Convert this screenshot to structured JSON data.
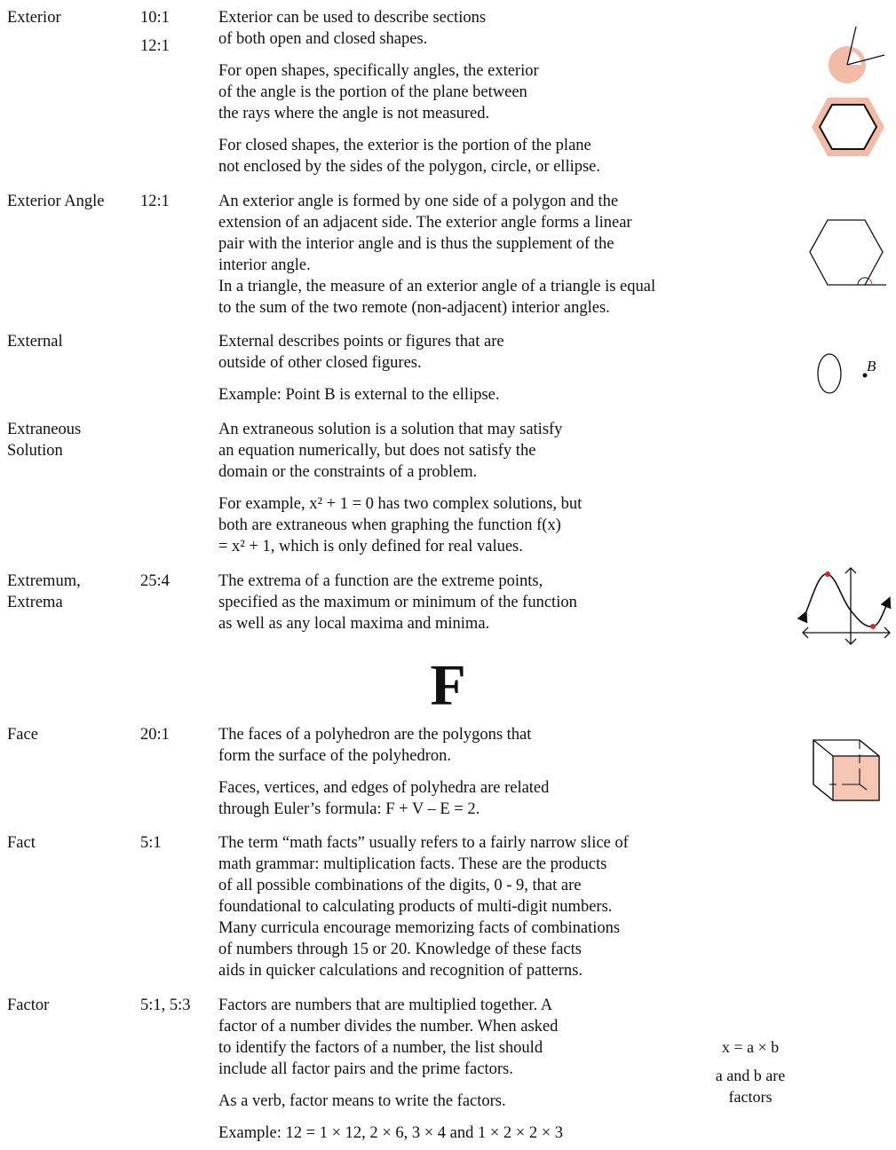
{
  "entries": [
    {
      "term": [
        "Exterior"
      ],
      "refs": [
        "10:1",
        "12:1"
      ],
      "paragraphs": [
        [
          "Exterior can be used to describe sections",
          "of both open and closed shapes."
        ],
        [
          "For open shapes, specifically angles, the exterior",
          "of the angle is the portion of the plane between",
          "the rays where the angle is not measured."
        ],
        [
          "For closed shapes, the exterior is the portion of the plane",
          "not enclosed by the sides of the polygon, circle, or ellipse."
        ]
      ]
    },
    {
      "term": [
        "Exterior Angle"
      ],
      "refs": [
        "12:1"
      ],
      "paragraphs": [
        [
          "An exterior angle is formed by one side of a polygon and the",
          "extension of an adjacent side. The exterior angle forms a linear",
          "pair with the interior angle and is thus the supplement of the",
          "interior angle.",
          "In a triangle, the measure of an exterior angle of a triangle is equal",
          "to the sum of the two remote (non-adjacent) interior angles."
        ]
      ]
    },
    {
      "term": [
        "External"
      ],
      "refs": [],
      "paragraphs": [
        [
          "External describes points or figures that are",
          "outside of other closed figures."
        ],
        [
          "Example: Point B is external to the ellipse."
        ]
      ],
      "figure_label": "B"
    },
    {
      "term": [
        "Extraneous",
        "Solution"
      ],
      "refs": [],
      "paragraphs": [
        [
          "An extraneous solution is a solution that may satisfy",
          "an equation numerically, but does not satisfy the",
          "domain or the constraints of a problem."
        ],
        [
          "For example, x² + 1 = 0 has two complex solutions, but",
          "both are extraneous when graphing the function f(x)",
          "= x² + 1, which is only defined for real values."
        ]
      ]
    },
    {
      "term": [
        "Extremum,",
        "Extrema"
      ],
      "refs": [
        "25:4"
      ],
      "paragraphs": [
        [
          "The extrema of a function are the extreme points,",
          "specified as the maximum or minimum of the function",
          "as well as any local maxima and minima."
        ]
      ]
    },
    {
      "term": [
        "Face"
      ],
      "refs": [
        "20:1"
      ],
      "paragraphs": [
        [
          "The faces of a polyhedron are the polygons that",
          "form the surface of the polyhedron."
        ],
        [
          "Faces, vertices, and edges of polyhedra are related",
          "through Euler’s formula: F + V – E = 2."
        ]
      ]
    },
    {
      "term": [
        "Fact"
      ],
      "refs": [
        "5:1"
      ],
      "paragraphs": [
        [
          "The term “math facts” usually refers to a fairly narrow slice of",
          "math grammar: multiplication facts. These are the products",
          "of all possible combinations of the digits, 0 - 9, that are",
          "foundational to calculating products of multi-digit numbers.",
          "Many curricula encourage memorizing facts of combinations",
          "of numbers through 15 or 20.  Knowledge of these facts",
          "aids in quicker calculations and recognition of patterns."
        ]
      ]
    },
    {
      "term": [
        "Factor"
      ],
      "refs": [
        "5:1, 5:3"
      ],
      "paragraphs": [
        [
          "Factors are numbers that are multiplied together. A",
          "factor of a number divides the number. When asked",
          "to identify the factors of a number, the list should",
          "include all factor pairs and the prime factors."
        ],
        [
          "As a verb, factor means to write the factors."
        ],
        [
          "Example: 12 = 1 × 12, 2 × 6, 3 × 4 and 1 × 2 × 2 × 3"
        ]
      ],
      "figure_lines": [
        "x = a × b",
        "a and b are",
        "factors"
      ]
    }
  ],
  "section_letter": "F",
  "colors": {
    "accent": "#f2bba6",
    "accent_light": "#f5c6b4",
    "marker": "#e02020",
    "text": "#111111"
  }
}
